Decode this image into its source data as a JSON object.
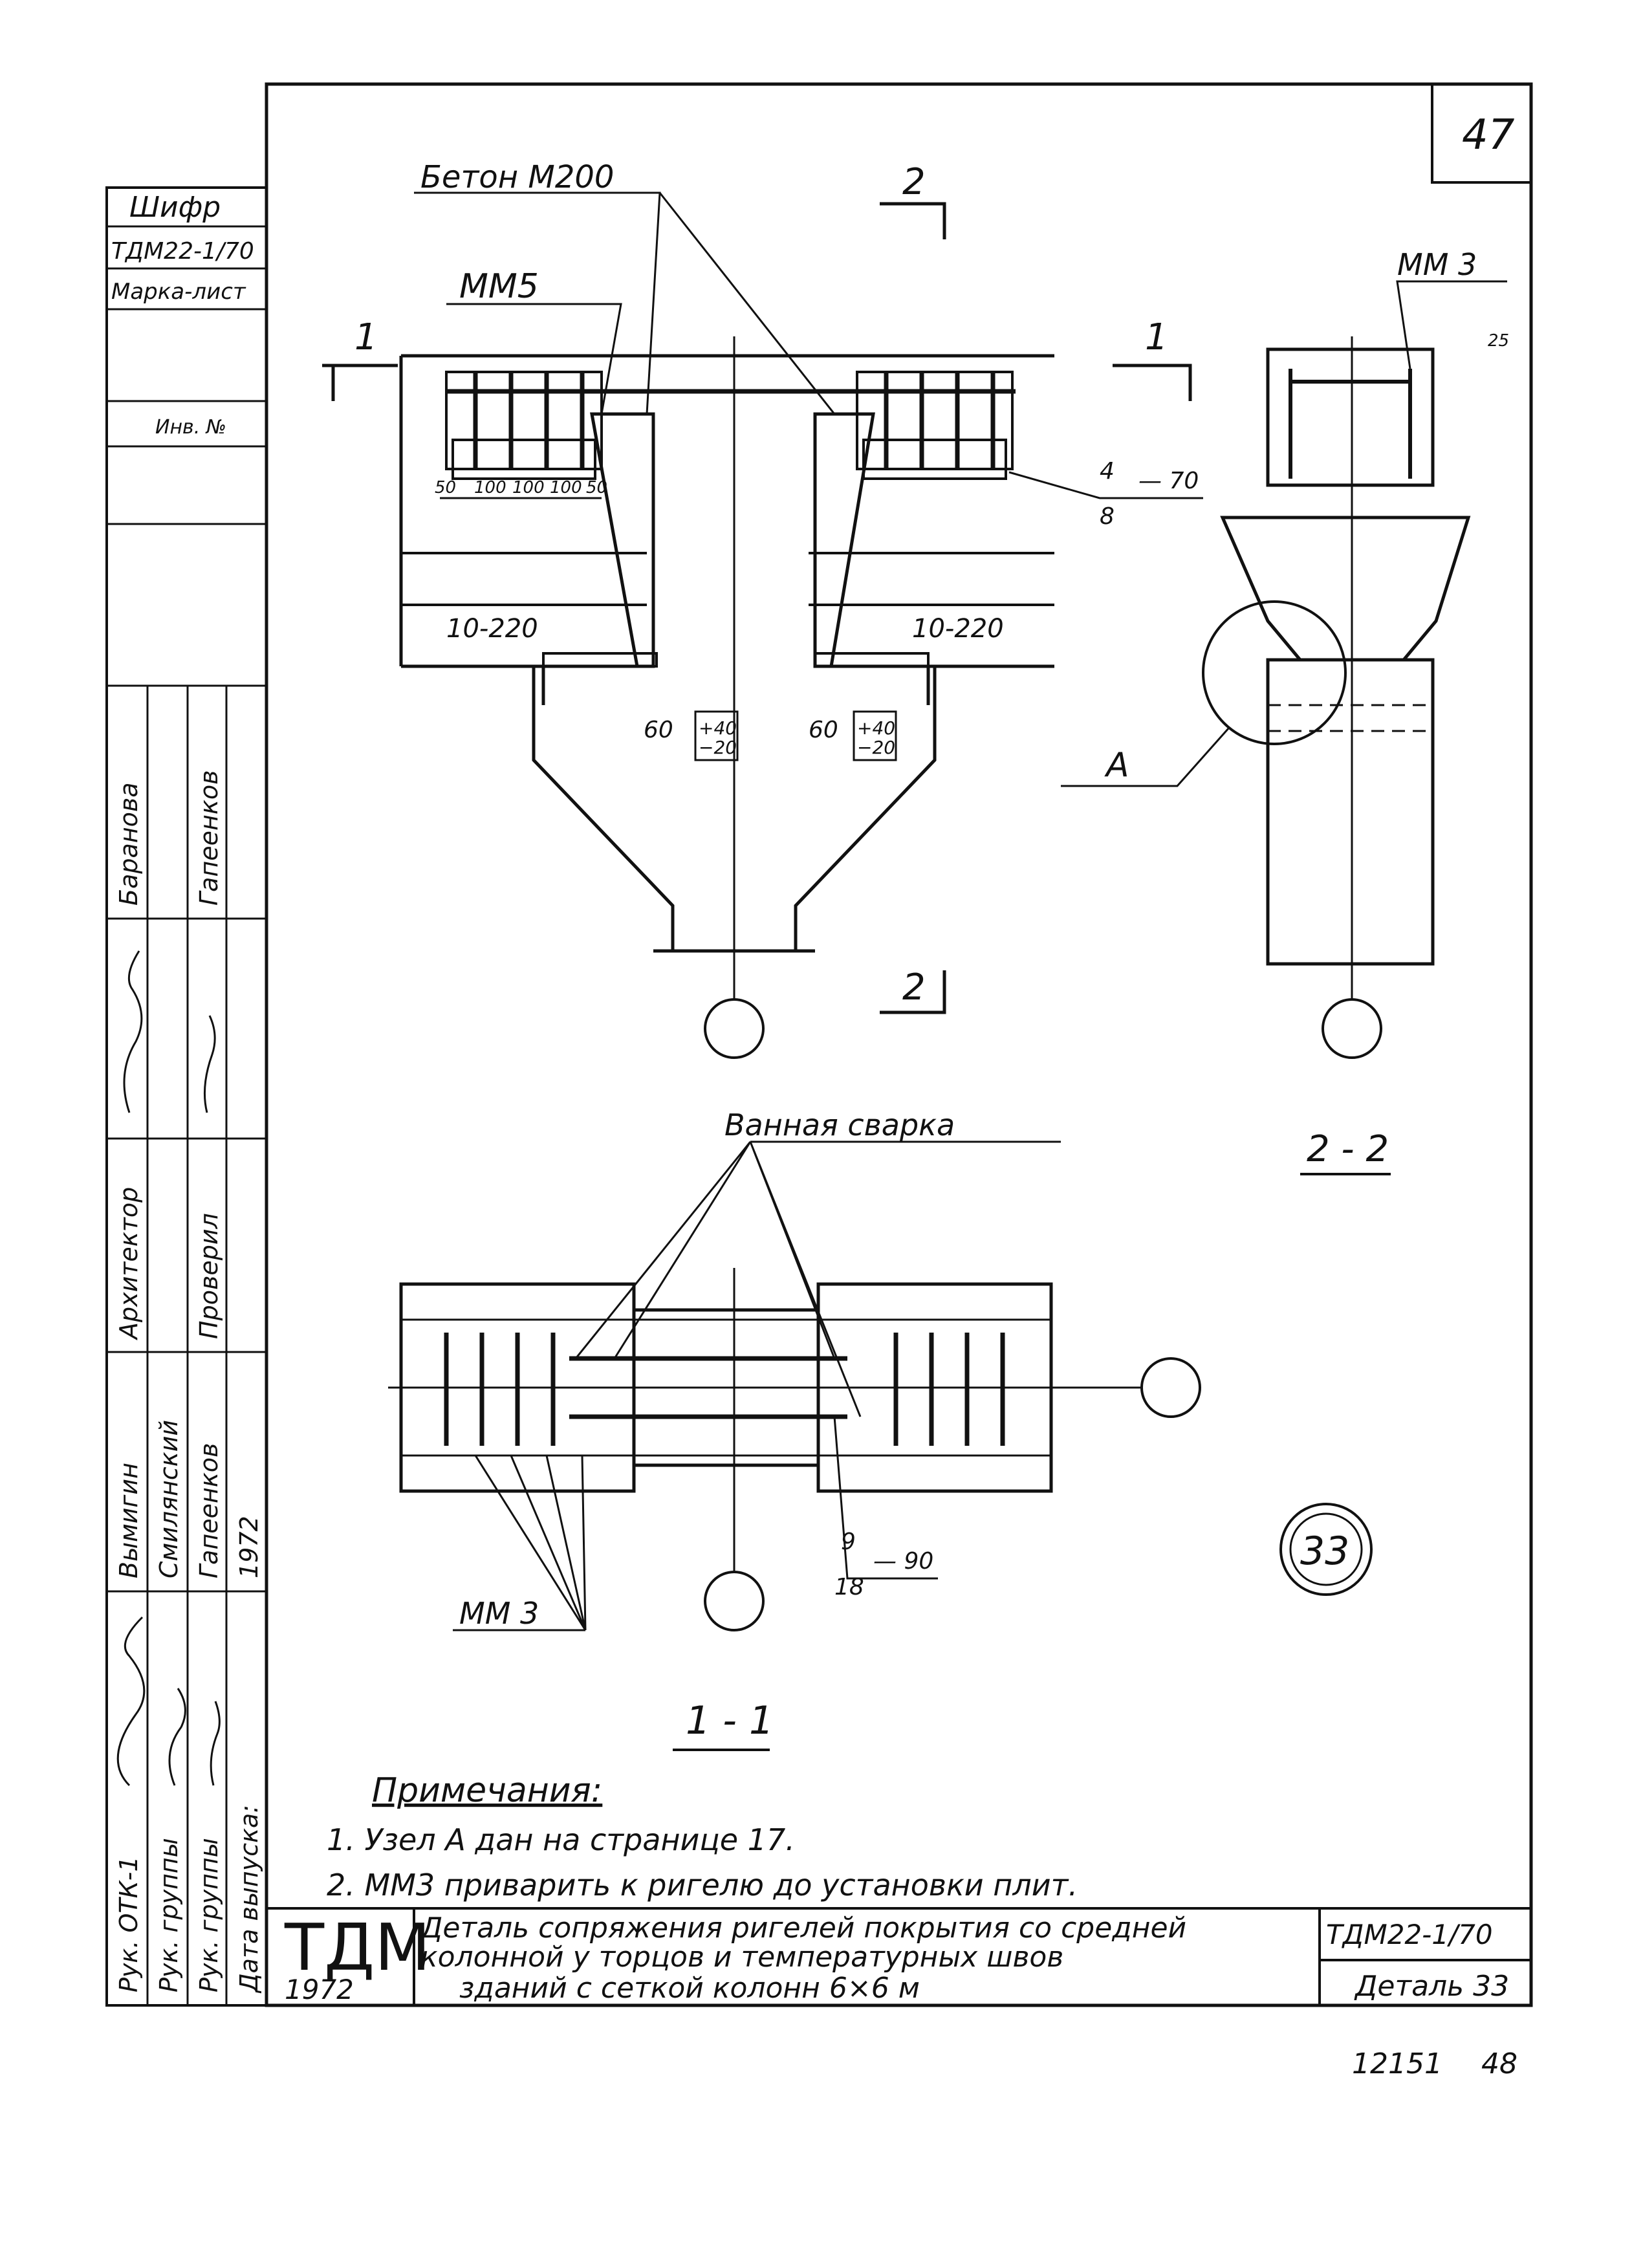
{
  "sheet": {
    "page_number": "47",
    "archive_number": "12151",
    "next_page": "48",
    "code_header": "Шифр",
    "code_value": "ТДМ22-1/70",
    "mark_sheet_label": "Марка-лист",
    "inv_label": "Инв. №"
  },
  "side_stamp": {
    "signature_cols": [
      {
        "role": "Рук. ОТК-1",
        "name": "Вымигин"
      },
      {
        "role": "Рук. группы",
        "name": "Смилянский"
      },
      {
        "role": "Рук. группы",
        "name": "Гапеенков"
      },
      {
        "role": "Дата выпуска:",
        "name": "1972"
      }
    ],
    "roles_upper": [
      "Архитектор",
      "Проверил"
    ],
    "names_upper": [
      "Баранова",
      "Гапеенков"
    ]
  },
  "drawing": {
    "labels": {
      "concrete": "Бетон М200",
      "mm5": "ММ5",
      "mm3_top": "ММ 3",
      "mm3_bottom": "ММ 3",
      "weld": "Ванная сварка",
      "plate_left": "10-220",
      "plate_right": "10-220",
      "weld_frac_top_num": "4",
      "weld_frac_top_den": "8",
      "weld_frac_top_len": "— 70",
      "weld_frac_bot_num": "9",
      "weld_frac_bot_den": "18",
      "weld_frac_bot_len": "— 90",
      "node": "А",
      "gap_left": "60",
      "gap_right": "60",
      "tol_left_top": "+40",
      "tol_left_bot": "−20",
      "tol_right_top": "+40",
      "tol_right_bot": "−20",
      "dim_25": "25",
      "cut1": "1",
      "cut1b": "1",
      "cut2": "2",
      "cut2b": "2"
    },
    "dims_mm5": [
      "50",
      "100",
      "100",
      "100",
      "50"
    ],
    "section_22": "2 - 2",
    "section_11": "1 - 1",
    "detail_number": "33"
  },
  "notes": {
    "title": "Примечания:",
    "items": [
      "1. Узел А дан на странице 17.",
      "2. ММ3 приварить к ригелю до установки плит."
    ]
  },
  "title_block": {
    "org": "ТДМ",
    "year": "1972",
    "description_line1": "Деталь сопряжения ригелей покрытия со средней",
    "description_line2": "колонной у торцов и температурных швов",
    "description_line3": "зданий с сеткой колонн 6×6 м",
    "code": "ТДМ22-1/70",
    "detail": "Деталь 33"
  }
}
